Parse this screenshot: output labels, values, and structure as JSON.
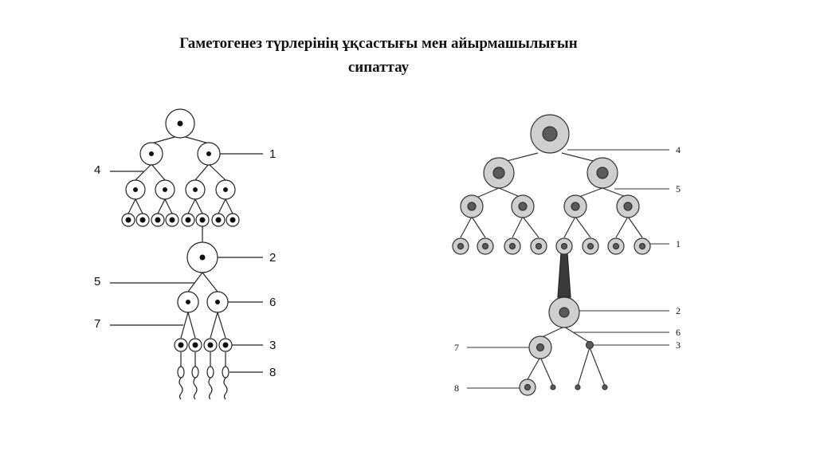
{
  "slide": {
    "title_line1": "Гаметогенез түрлерінің ұқсастығы мен айырмашылығын",
    "title_line2": "сипаттау"
  },
  "spermatogenesis": {
    "labels": [
      "1",
      "2",
      "3",
      "4",
      "5",
      "6",
      "7",
      "8"
    ]
  },
  "oogenesis": {
    "labels": [
      "1",
      "2",
      "3",
      "4",
      "5",
      "6",
      "7",
      "8"
    ],
    "colors": {
      "cytoplasm": "#cfcfcf",
      "nucleus": "#5a5a5a"
    }
  }
}
